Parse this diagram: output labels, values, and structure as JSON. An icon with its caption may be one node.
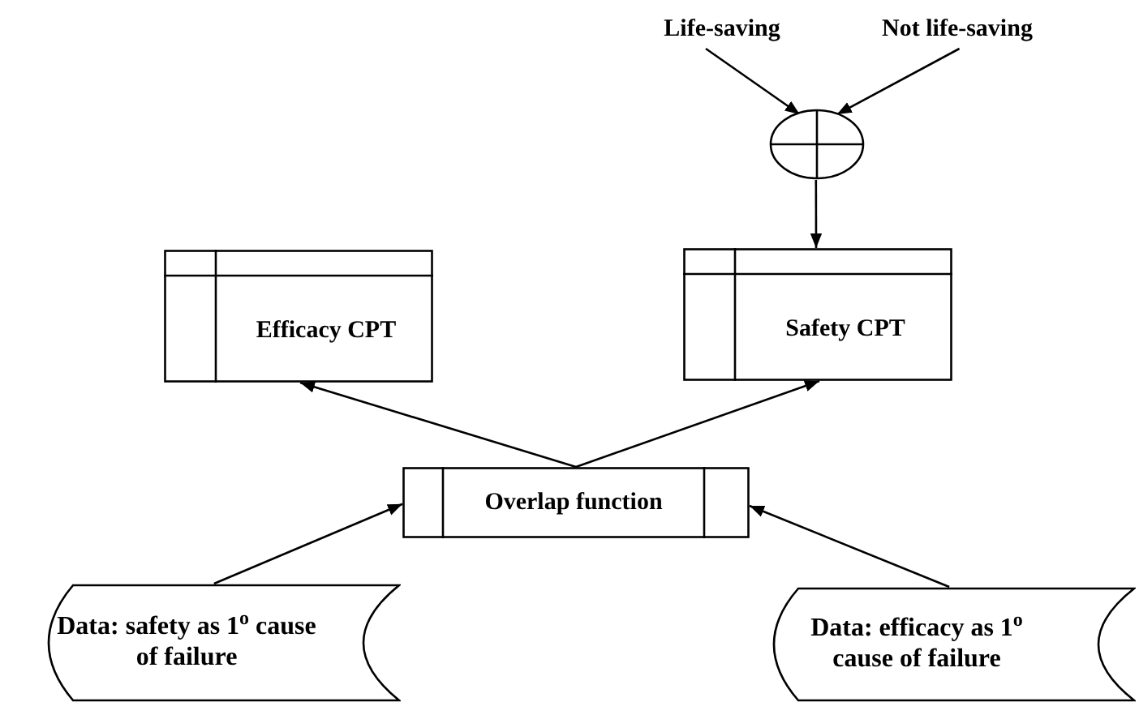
{
  "diagram": {
    "nodes": [
      {
        "text": [
          "Life-saving"
        ]
      },
      {
        "text": [
          "Not life-saving"
        ]
      },
      {
        "text": [],
        "shape": "circle"
      },
      {
        "text": [
          "Efficacy CPT"
        ]
      },
      {
        "text": [
          "Safety CPT"
        ]
      },
      {
        "text": [
          "Overlap function"
        ]
      },
      {
        "text": [
          "Data: safety as 1$^{o}$ cause of failure"
        ]
      },
      {
        "text": [
          "Data: efficacy as 1$^{o}$ cause of failure"
        ]
      }
    ],
    "edges": [
      {
        "from": 0,
        "to": 2,
        "arrow": "to"
      },
      {
        "from": 1,
        "to": 2,
        "arrow": "to"
      },
      {
        "from": 2,
        "to": 4,
        "arrow": "to"
      },
      {
        "from": 5,
        "to": 3,
        "arrow": "to"
      },
      {
        "from": 5,
        "to": 4,
        "arrow": "to"
      },
      {
        "from": 6,
        "to": 5,
        "arrow": "to"
      },
      {
        "from": 7,
        "to": 5,
        "arrow": "to"
      }
    ]
  }
}
